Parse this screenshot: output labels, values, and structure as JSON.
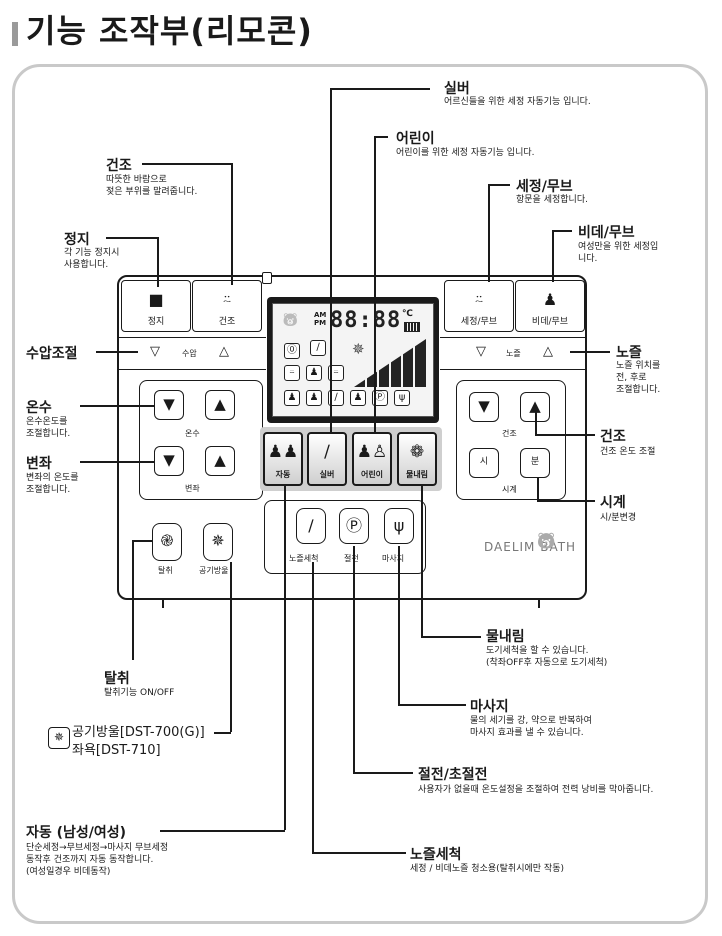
{
  "page_title": "기능 조작부(리모콘)",
  "remote": {
    "top_buttons": {
      "stop": {
        "icon": "stop-square-icon",
        "label": "정지"
      },
      "dry": {
        "icon": "dry-icon",
        "label": "건조"
      },
      "wash": {
        "icon": "wash-icon",
        "label": "세정/무브"
      },
      "bidet": {
        "icon": "bidet-icon",
        "label": "비데/무브"
      }
    },
    "water_pressure": {
      "down": "▽",
      "label": "수압",
      "up": "△"
    },
    "nozzle": {
      "down": "▽",
      "label": "노즐",
      "up": "△"
    },
    "lcd": {
      "ampm_top": "AM",
      "ampm_bottom": "PM",
      "time": "88:88",
      "unit": "℃"
    },
    "left_panel": {
      "water_temp_label": "온수",
      "seat_temp_label": "변좌",
      "down": "▼",
      "up": "▲"
    },
    "right_panel": {
      "dry_label": "건조",
      "clock_label": "시계",
      "hour_btn": "시",
      "min_btn": "분",
      "down": "▼",
      "up": "▲"
    },
    "mode_buttons": [
      {
        "icon": "auto-icon",
        "label": "자동"
      },
      {
        "icon": "senior-icon",
        "label": "실버"
      },
      {
        "icon": "child-icon",
        "label": "어린이"
      },
      {
        "icon": "flush-icon",
        "label": "물내림"
      }
    ],
    "deodorize": {
      "icon": "deodorize-icon",
      "label": "탈취"
    },
    "air_purify": {
      "icon": "air-purify-icon",
      "label": "공기방울"
    },
    "nozzle_clean": {
      "icon": "nozzle-clean-icon",
      "label": "노즐세척"
    },
    "power_save": {
      "icon": "power-save-icon",
      "label": "절전"
    },
    "massage": {
      "icon": "massage-icon",
      "label": "마사지"
    },
    "brand": "DAELIM BATH"
  },
  "annotations": {
    "silver": {
      "title": "실버",
      "desc": "어르신들을 위한 세정 자동기능 입니다."
    },
    "child": {
      "title": "어린이",
      "desc": "어린이를 위한 세정 자동기능 입니다."
    },
    "dry": {
      "title": "건조",
      "desc": "따뜻한 바람으로\n젖은 부위를 말려줍니다."
    },
    "wash": {
      "title": "세정/무브",
      "desc": "항문을 세정합니다."
    },
    "stop": {
      "title": "정지",
      "desc": "각 기능 정지시\n사용합니다."
    },
    "bidet": {
      "title": "비데/무브",
      "desc": "여성만을 위한 세정입\n니다."
    },
    "water_pressure": {
      "title": "수압조절"
    },
    "nozzle": {
      "title": "노즐",
      "desc": "노즐 위치를\n전, 후로\n조절합니다."
    },
    "water_temp": {
      "title": "온수",
      "desc": "온수온도를\n조절합니다."
    },
    "dry_temp": {
      "title": "건조",
      "desc": "건조 온도 조절"
    },
    "seat": {
      "title": "변좌",
      "desc": "변좌의 온도를\n조절합니다."
    },
    "clock": {
      "title": "시계",
      "desc": "시/분변경"
    },
    "flush": {
      "title": "물내림",
      "desc": "도기세척을 할 수 있습니다.\n(착좌OFF후 자동으로 도기세척)"
    },
    "deodorize": {
      "title": "탈취",
      "desc": "탈취기능 ON/OFF"
    },
    "massage": {
      "title": "마사지",
      "desc": "물의 세기를 강, 약으로 반복하여\n마사지 효과를 낼 수 있습니다."
    },
    "air_purify": {
      "line1": "공기방울[DST-700(G)]",
      "line2": "좌욕[DST-710]"
    },
    "power_save": {
      "title": "절전/초절전",
      "desc": "사용자가 없을때 온도설정을 조절하여 전력 낭비를 막아줍니다."
    },
    "auto": {
      "title": "자동 (남성/여성)",
      "desc": "단순세정→무브세정→마사지 무브세정\n동작후 건조까지 자동 동작합니다.\n(여성일경우 비데동작)"
    },
    "nozzle_clean": {
      "title": "노즐세척",
      "desc": "세정 / 비데노즐 청소용(탈취시에만 작동)"
    }
  }
}
